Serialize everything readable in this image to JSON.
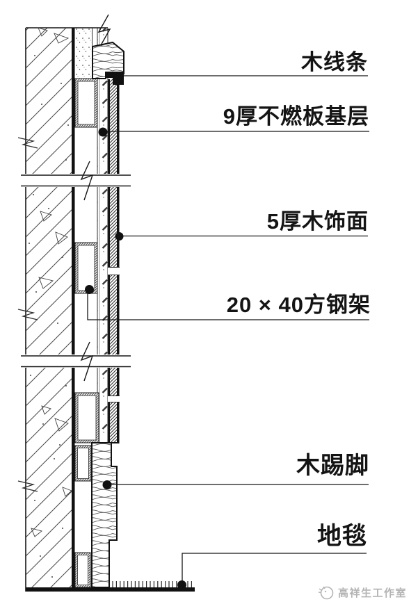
{
  "labels": [
    {
      "id": "wood-molding",
      "text": "木线条"
    },
    {
      "id": "fireproof-board",
      "text": "9厚不燃板基层"
    },
    {
      "id": "wood-veneer",
      "text": "5厚木饰面"
    },
    {
      "id": "steel-frame",
      "text": "20 × 40方钢架"
    },
    {
      "id": "wood-skirting",
      "text": "木踢脚"
    },
    {
      "id": "carpet",
      "text": "地毯"
    }
  ],
  "watermark": {
    "logo": "studio-logo",
    "text": "高祥生工作室"
  },
  "colors": {
    "ink": "#161616",
    "watermark": "#b4b4b4",
    "background": "#ffffff"
  }
}
